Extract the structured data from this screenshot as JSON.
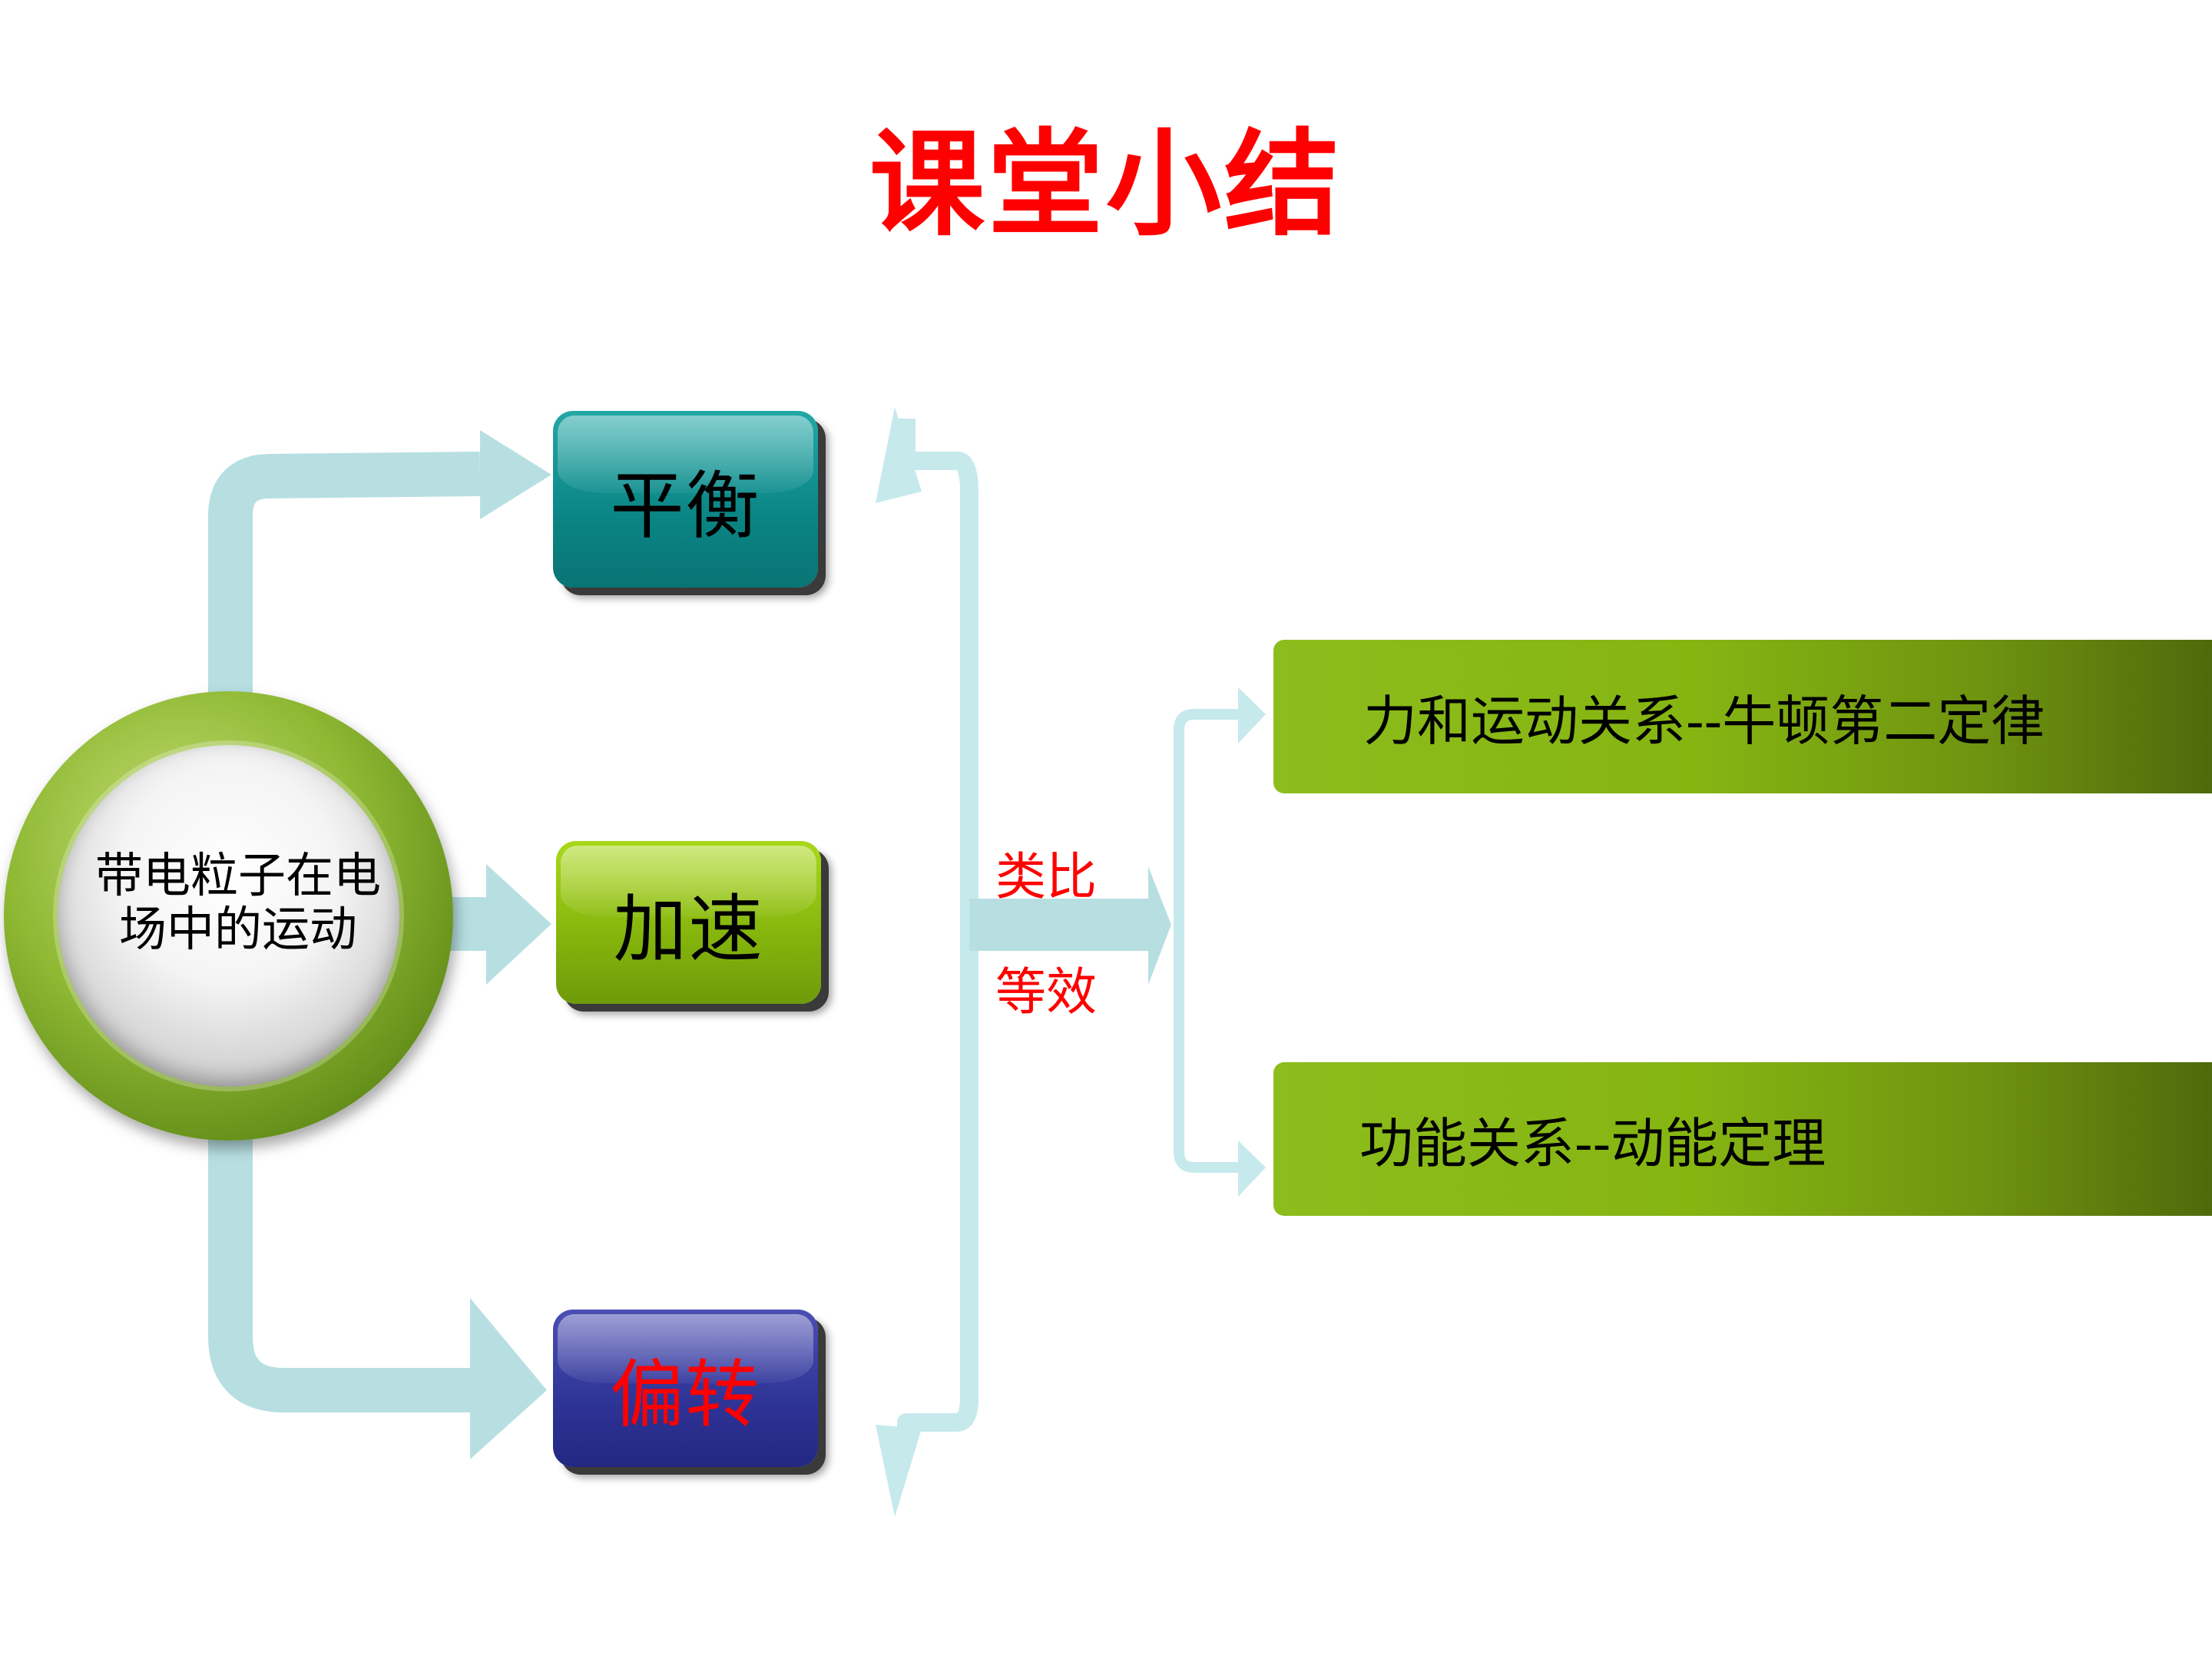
{
  "title": "课堂小结",
  "hub": {
    "line1": "带电粒子在电",
    "line2": "场中的运动"
  },
  "categories": [
    {
      "label": "平衡",
      "color": "#0b8585"
    },
    {
      "label": "加速",
      "color": "#84b40c"
    },
    {
      "label": "偏转",
      "color": "#2e3396"
    }
  ],
  "relations": {
    "analogy": "类比",
    "equivalence": "等效"
  },
  "methods": [
    {
      "label": "力和运动关系--牛顿第二定律"
    },
    {
      "label": "功能关系--动能定理"
    }
  ],
  "colors": {
    "title": "#ff0000",
    "arrow": "#b7dfe2",
    "arrow_light": "#cdeef0",
    "bar_green": "#86b512"
  }
}
